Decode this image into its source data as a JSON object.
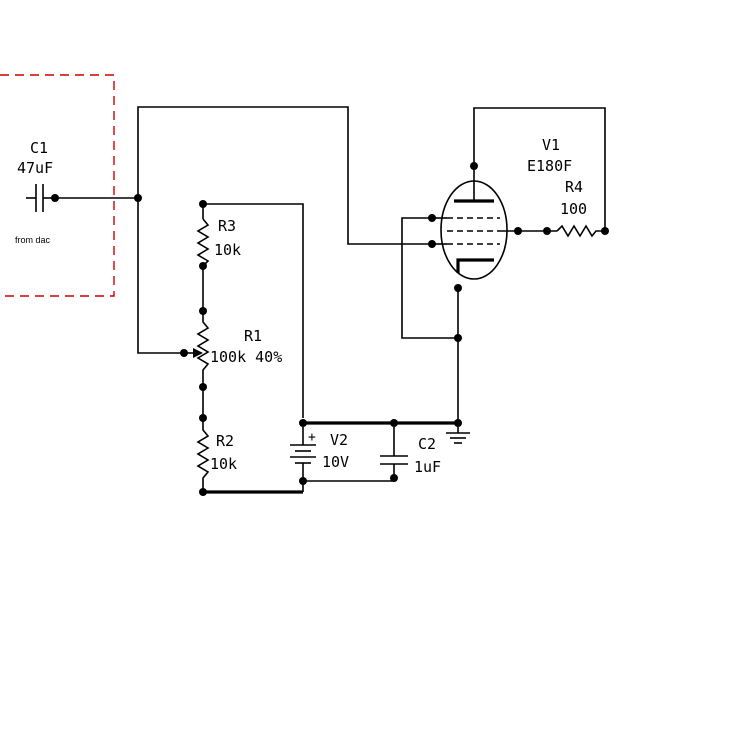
{
  "colors": {
    "dashed_box": "#cc0000",
    "ink": "#000000",
    "background": "#ffffff"
  },
  "components": {
    "c1": {
      "name": "C1",
      "value": "47uF"
    },
    "note": "from dac",
    "r3": {
      "name": "R3",
      "value": "10k"
    },
    "r1": {
      "name": "R1",
      "value": "100k 40%"
    },
    "r2": {
      "name": "R2",
      "value": "10k"
    },
    "v2": {
      "name": "V2",
      "value": "10V",
      "polarity": "+"
    },
    "c2": {
      "name": "C2",
      "value": "1uF"
    },
    "v1": {
      "name": "V1",
      "value": "E180F"
    },
    "r4": {
      "name": "R4",
      "value": "100"
    }
  }
}
